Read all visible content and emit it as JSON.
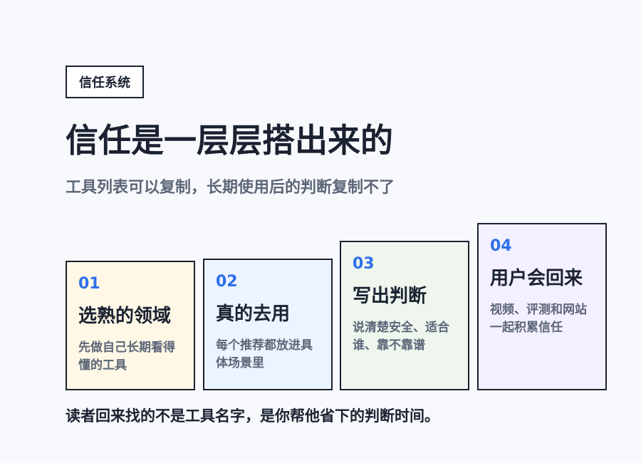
{
  "tag": "信任系统",
  "title": "信任是一层层搭出来的",
  "subtitle": "工具列表可以复制，长期使用后的判断复制不了",
  "steps": [
    {
      "num": "01",
      "title": "选熟的领域",
      "desc": "先做自己长期看得懂的工具"
    },
    {
      "num": "02",
      "title": "真的去用",
      "desc": "每个推荐都放进具体场景里"
    },
    {
      "num": "03",
      "title": "写出判断",
      "desc": "说清楚安全、适合谁、靠不靠谱"
    },
    {
      "num": "04",
      "title": "用户会回来",
      "desc": "视频、评测和网站一起积累信任"
    }
  ],
  "footer": "读者回来找的不是工具名字，是你帮他省下的判断时间。",
  "colors": {
    "accent": "#2f6fea",
    "card_1_bg": "#fff8e6",
    "card_2_bg": "#ecf4ff",
    "card_3_bg": "#eef6ee",
    "card_4_bg": "#f3f0ff"
  }
}
